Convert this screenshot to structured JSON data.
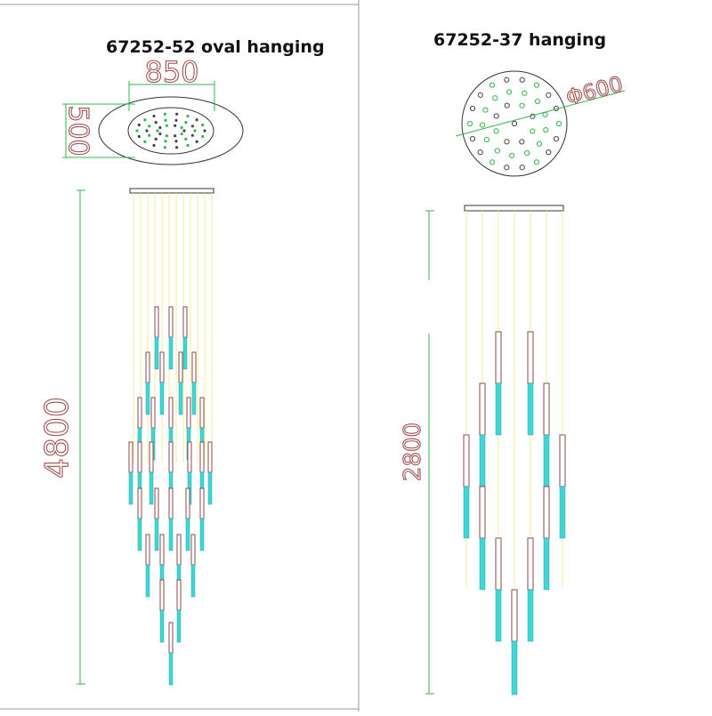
{
  "left_drawing": {
    "title": "67252-52 oval hanging",
    "dims": {
      "width": "850",
      "depth": "500",
      "height": "4800"
    }
  },
  "right_drawing": {
    "title": "67252-37 hanging",
    "dims": {
      "diameter": "Φ600",
      "height": "2800"
    }
  },
  "colors": {
    "outline": "#333333",
    "cable": "#f5ee9a",
    "rod_top": "#8a4b4b",
    "rod_glass": "#3fd6d6",
    "dim_line": "#2fb84a",
    "dim_text": "#a05050",
    "frame": "#999999",
    "dot_dark": "#444444",
    "dot_green": "#2fb84a"
  }
}
